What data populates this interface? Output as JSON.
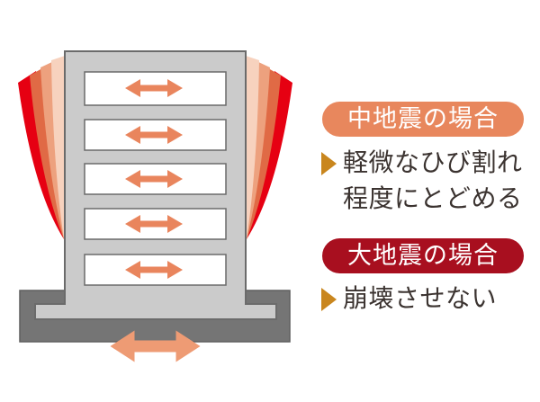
{
  "figure": {
    "type": "seismic-resistance-diagram",
    "building": {
      "floor_count": 5,
      "sway_blades_per_side": 4,
      "floor_arrow_icon": "horizontal-double-arrow",
      "ground_arrow_icon": "horizontal-double-arrow"
    }
  },
  "legend": {
    "medium_quake": {
      "badge_label": "中地震の場合",
      "desc_line1": "軽微なひび割れ",
      "desc_line2": "程度にとどめる"
    },
    "major_quake": {
      "badge_label": "大地震の場合",
      "desc": "崩壊させない"
    }
  },
  "colors": {
    "badge_medium_bg": "#E8875D",
    "badge_major_bg": "#A80F1F",
    "badge_text": "#FFFFFF",
    "floor_arrow": "#E9855D",
    "ground_arrow": "#EE9B74",
    "bullet_triangle": "#C9861E",
    "building_body": "#CBCBCB",
    "building_outline": "#6B6B6B",
    "foundation": "#757575",
    "floor_panel": "#FFFFFF",
    "text": "#3B3330",
    "sway_blades": [
      "#E60012",
      "#E06A45",
      "#EDA17E",
      "#F7D2BE"
    ]
  }
}
